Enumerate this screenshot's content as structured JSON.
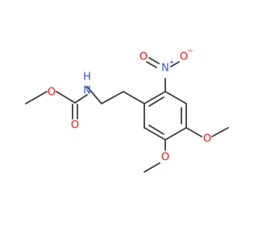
{
  "molecule": {
    "colors": {
      "bond": "#3c3c3c",
      "oxygen": "#ff0d0d",
      "nitrogen": "#3050f8",
      "background": "#ffffff"
    },
    "labels": {
      "carbamate_o_ester": "O",
      "carbamate_o_carbonyl": "O",
      "carbamate_n": "N",
      "carbamate_h": "H",
      "nitro_n": "N",
      "nitro_n_charge": "+",
      "nitro_o_left": "O",
      "nitro_o_right": "O",
      "nitro_o_right_charge": "−",
      "methoxy_o_4": "O",
      "methoxy_o_5": "O"
    }
  }
}
